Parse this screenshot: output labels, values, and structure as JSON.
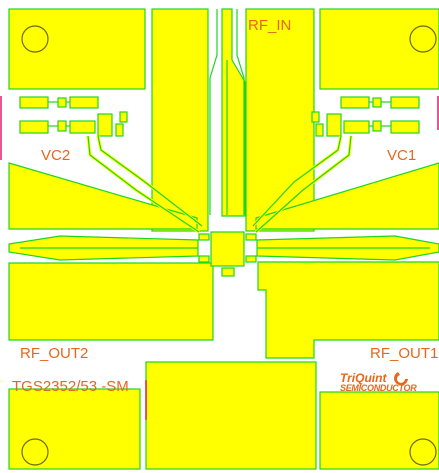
{
  "labels": {
    "rf_in": "RF_IN",
    "vc1": "VC1",
    "vc2": "VC2",
    "rf_out1": "RF_OUT1",
    "rf_out2": "RF_OUT2",
    "part_number": "TGS2352/53 -SM"
  },
  "logo": {
    "line1": "TriQuint",
    "line2": "SEMICONDUCTOR"
  },
  "colors": {
    "metal_fill": "#ffff00",
    "metal_outline": "#1fd61f",
    "label_text": "#e8661c",
    "edge_marks": "#e0206a"
  }
}
